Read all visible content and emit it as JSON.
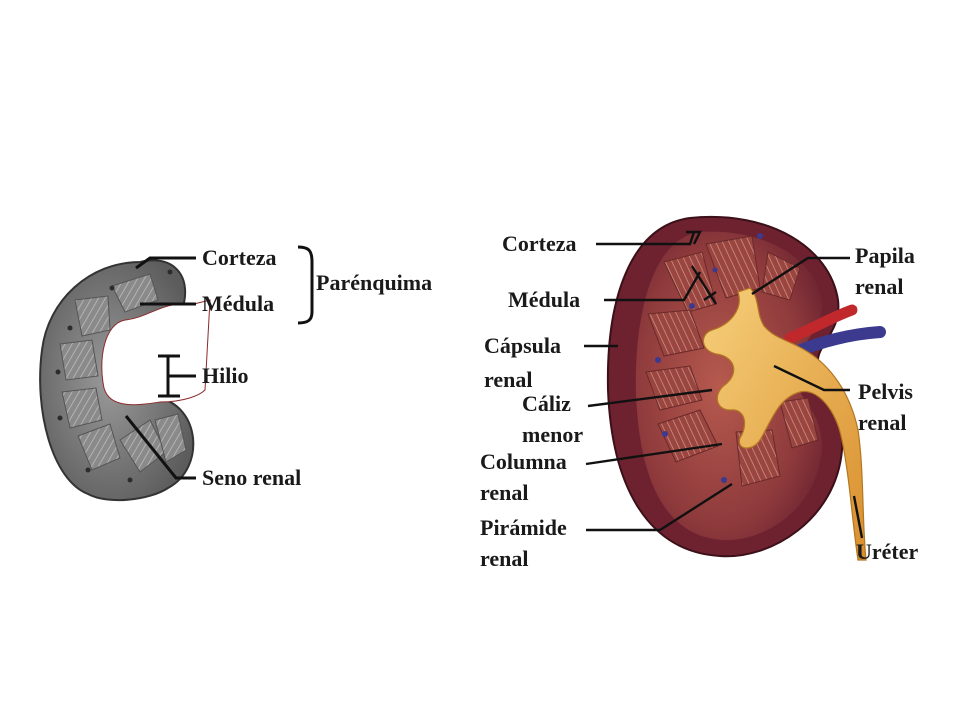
{
  "left_diagram": {
    "corteza": "Corteza",
    "medula": "Médula",
    "parenquima": "Parénquima",
    "hilio": "Hilio",
    "seno_renal": "Seno renal"
  },
  "right_diagram": {
    "corteza": "Corteza",
    "medula": "Médula",
    "capsula_renal": [
      "Cápsula",
      "renal"
    ],
    "caliz_menor": [
      "Cáliz",
      "menor"
    ],
    "columna_renal": [
      "Columna",
      "renal"
    ],
    "piramide_renal": [
      "Pirámide",
      "renal"
    ],
    "papila_renal": [
      "Papila",
      "renal"
    ],
    "pelvis_renal": [
      "Pelvis",
      "renal"
    ],
    "ureter": "Uréter"
  },
  "colors": {
    "label_text": "#1a1a1a",
    "leader_line": "#111111",
    "kidney_tissue": "#8a3a3c",
    "capsule": "#6e2230",
    "pelvis": "#e8a94a",
    "artery": "#c0282c",
    "vein": "#3b3a8f",
    "grey_section": "#7d7d7d"
  }
}
